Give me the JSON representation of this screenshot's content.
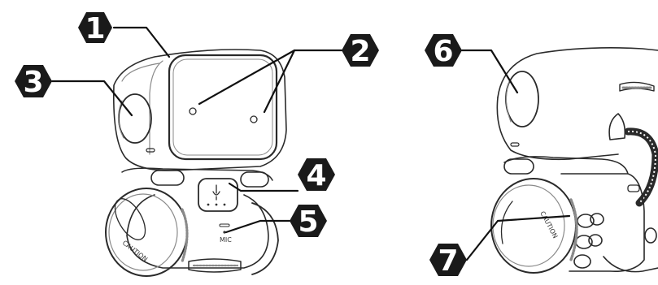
{
  "callouts": [
    {
      "id": "1",
      "label": "1"
    },
    {
      "id": "2",
      "label": "2"
    },
    {
      "id": "3",
      "label": "3"
    },
    {
      "id": "4",
      "label": "4"
    },
    {
      "id": "5",
      "label": "5"
    },
    {
      "id": "6",
      "label": "6"
    },
    {
      "id": "7",
      "label": "7"
    }
  ],
  "robot_text": {
    "caution_front": "CAUTION",
    "caution_rear": "CAUTION",
    "mic_label": "MIC"
  },
  "colors": {
    "badge_fill": "#1a1a1a",
    "badge_text": "#ffffff",
    "line": "#111111"
  }
}
